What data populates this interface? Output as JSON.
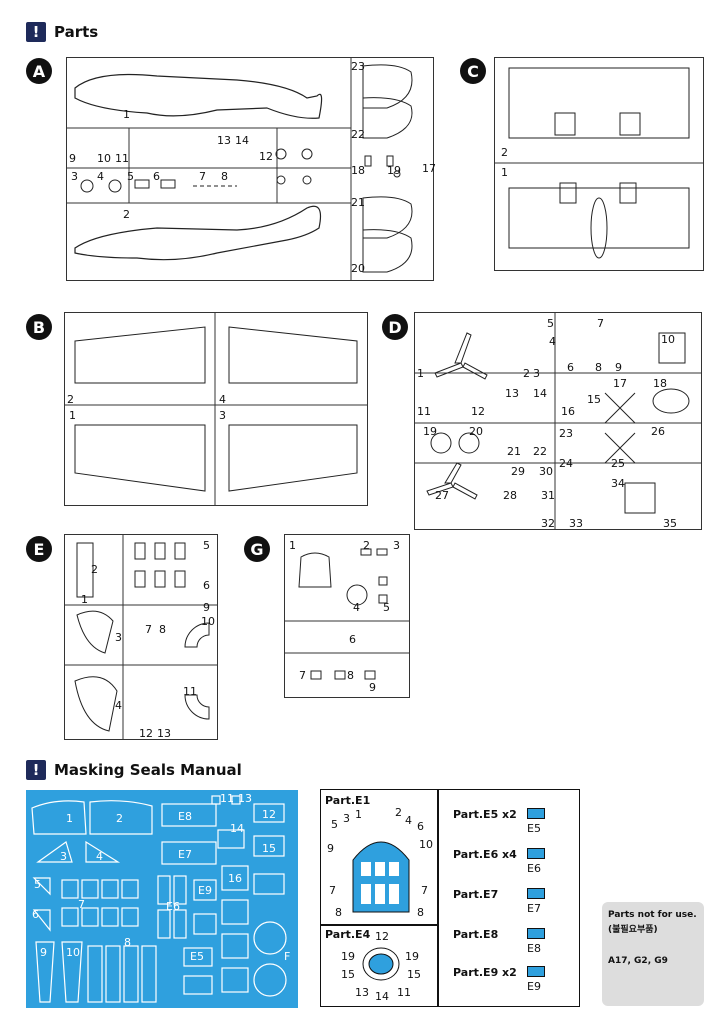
{
  "sections": {
    "parts_title": "Parts",
    "masking_title": "Masking Seals Manual"
  },
  "sprues": {
    "A": {
      "letter": "A",
      "numbers": [
        "1",
        "2",
        "3",
        "4",
        "5",
        "6",
        "7",
        "8",
        "9",
        "10",
        "11",
        "12",
        "13",
        "14",
        "17",
        "18",
        "19",
        "20",
        "21",
        "22",
        "23"
      ]
    },
    "B": {
      "letter": "B",
      "numbers": [
        "1",
        "2",
        "3",
        "4"
      ]
    },
    "C": {
      "letter": "C",
      "numbers": [
        "1",
        "2"
      ]
    },
    "D": {
      "letter": "D",
      "numbers": [
        "1",
        "2",
        "3",
        "4",
        "5",
        "6",
        "7",
        "8",
        "9",
        "10",
        "11",
        "12",
        "13",
        "14",
        "15",
        "16",
        "17",
        "18",
        "19",
        "20",
        "21",
        "22",
        "23",
        "24",
        "25",
        "26",
        "27",
        "28",
        "29",
        "30",
        "31",
        "32",
        "33",
        "34",
        "35"
      ]
    },
    "E": {
      "letter": "E",
      "numbers": [
        "1",
        "2",
        "3",
        "4",
        "5",
        "6",
        "7",
        "8",
        "9",
        "10",
        "11",
        "12",
        "13"
      ]
    },
    "G": {
      "letter": "G",
      "numbers": [
        "1",
        "2",
        "3",
        "4",
        "5",
        "6",
        "7",
        "8",
        "9"
      ]
    }
  },
  "masks": {
    "labels": [
      "1",
      "2",
      "3",
      "4",
      "5",
      "6",
      "7",
      "8",
      "9",
      "10",
      "11",
      "12",
      "13",
      "14",
      "15",
      "16",
      "E5",
      "E6",
      "E7",
      "E8",
      "E9",
      "F"
    ]
  },
  "parts_e1": {
    "title": "Part.E1",
    "nums": [
      "1",
      "2",
      "3",
      "4",
      "5",
      "6",
      "7",
      "8",
      "9",
      "10"
    ]
  },
  "parts_e4": {
    "title": "Part.E4",
    "nums": [
      "11",
      "12",
      "13",
      "14",
      "15",
      "19"
    ]
  },
  "legend": [
    {
      "label": "Part.E5 x2",
      "code": "E5"
    },
    {
      "label": "Part.E6 x4",
      "code": "E6"
    },
    {
      "label": "Part.E7",
      "code": "E7"
    },
    {
      "label": "Part.E8",
      "code": "E8"
    },
    {
      "label": "Part.E9 x2",
      "code": "E9"
    }
  ],
  "note": {
    "line1": "Parts not for use.",
    "line2": "(불필요부품)",
    "line3": "A17, G2, G9"
  },
  "colors": {
    "mask_blue": "#2fa0de",
    "badge": "#111111",
    "excl": "#1e2a5a"
  }
}
